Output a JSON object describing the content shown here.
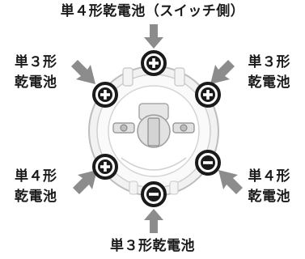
{
  "labels": {
    "top": "単４形乾電池（スイッチ側）",
    "upper_left": [
      "単３形",
      "乾電池"
    ],
    "upper_right": [
      "単３形",
      "乾電池"
    ],
    "lower_left": [
      "単４形",
      "乾電池"
    ],
    "lower_right": [
      "単４形",
      "乾電池"
    ],
    "bottom": "単３形乾電池"
  },
  "terminals": {
    "top": "+",
    "upper_left": "+",
    "upper_right": "+",
    "lower_left": "+",
    "lower_right": "−",
    "bottom": "−"
  },
  "colors": {
    "arrow": "#8c8c8c",
    "symbol": "#1a1a1a",
    "body_outline": "#b0b0b0",
    "body_fill": "#ececec"
  }
}
